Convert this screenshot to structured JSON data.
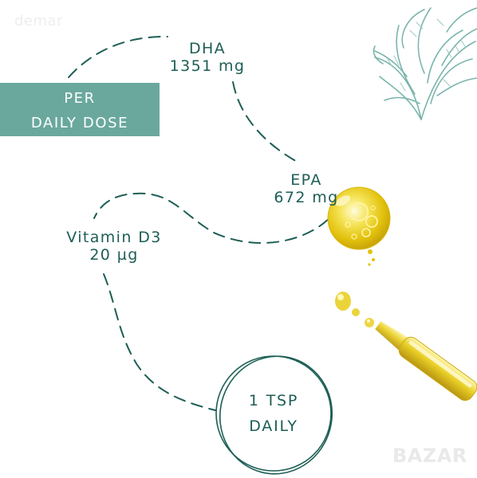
{
  "watermark": {
    "top_left": "demar",
    "bottom_right": "BAZAR"
  },
  "header_box": {
    "line1": "PER",
    "line2": "DAILY DOSE"
  },
  "nutrients": {
    "dha": {
      "name": "DHA",
      "amount": "1351 mg"
    },
    "epa": {
      "name": "EPA",
      "amount": "672 mg"
    },
    "vitamin_d3": {
      "name": "Vitamin D3",
      "amount": "20 µg"
    }
  },
  "dosage": {
    "line1": "1 TSP",
    "line2": "DAILY"
  },
  "colors": {
    "text_teal": "#1d5e55",
    "box_teal": "#6aa89e",
    "seaweed": "#7ab5ad",
    "oil_yellow": "#e8d21a"
  },
  "icons": {
    "seaweed": "seaweed-illustration",
    "oil_drop": "oil-droplet",
    "dropper": "glass-pipette"
  }
}
